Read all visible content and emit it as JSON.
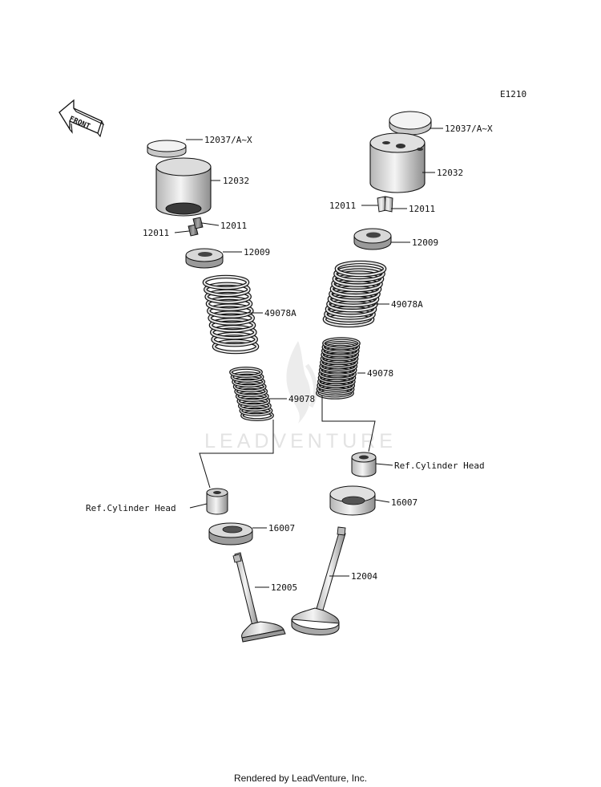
{
  "diagram_code": "E1210",
  "front_label": "FRONT",
  "watermark": "LEADVENTURE",
  "footer": "Rendered by LeadVenture, Inc.",
  "labels": {
    "l_shim": "12037/A~X",
    "l_tappet": "12032",
    "l_cotter_a": "12011",
    "l_cotter_b": "12011",
    "l_retainer": "12009",
    "l_outer_spring": "49078A",
    "l_inner_spring": "49078",
    "l_ref_cyl": "Ref.Cylinder Head",
    "l_seal": "16007",
    "l_valve": "12005",
    "r_shim": "12037/A~X",
    "r_tappet": "12032",
    "r_cotter_a": "12011",
    "r_cotter_b": "12011",
    "r_retainer": "12009",
    "r_outer_spring": "49078A",
    "r_inner_spring": "49078",
    "r_ref_cyl": "Ref.Cylinder Head",
    "r_seal": "16007",
    "r_valve": "12004"
  }
}
